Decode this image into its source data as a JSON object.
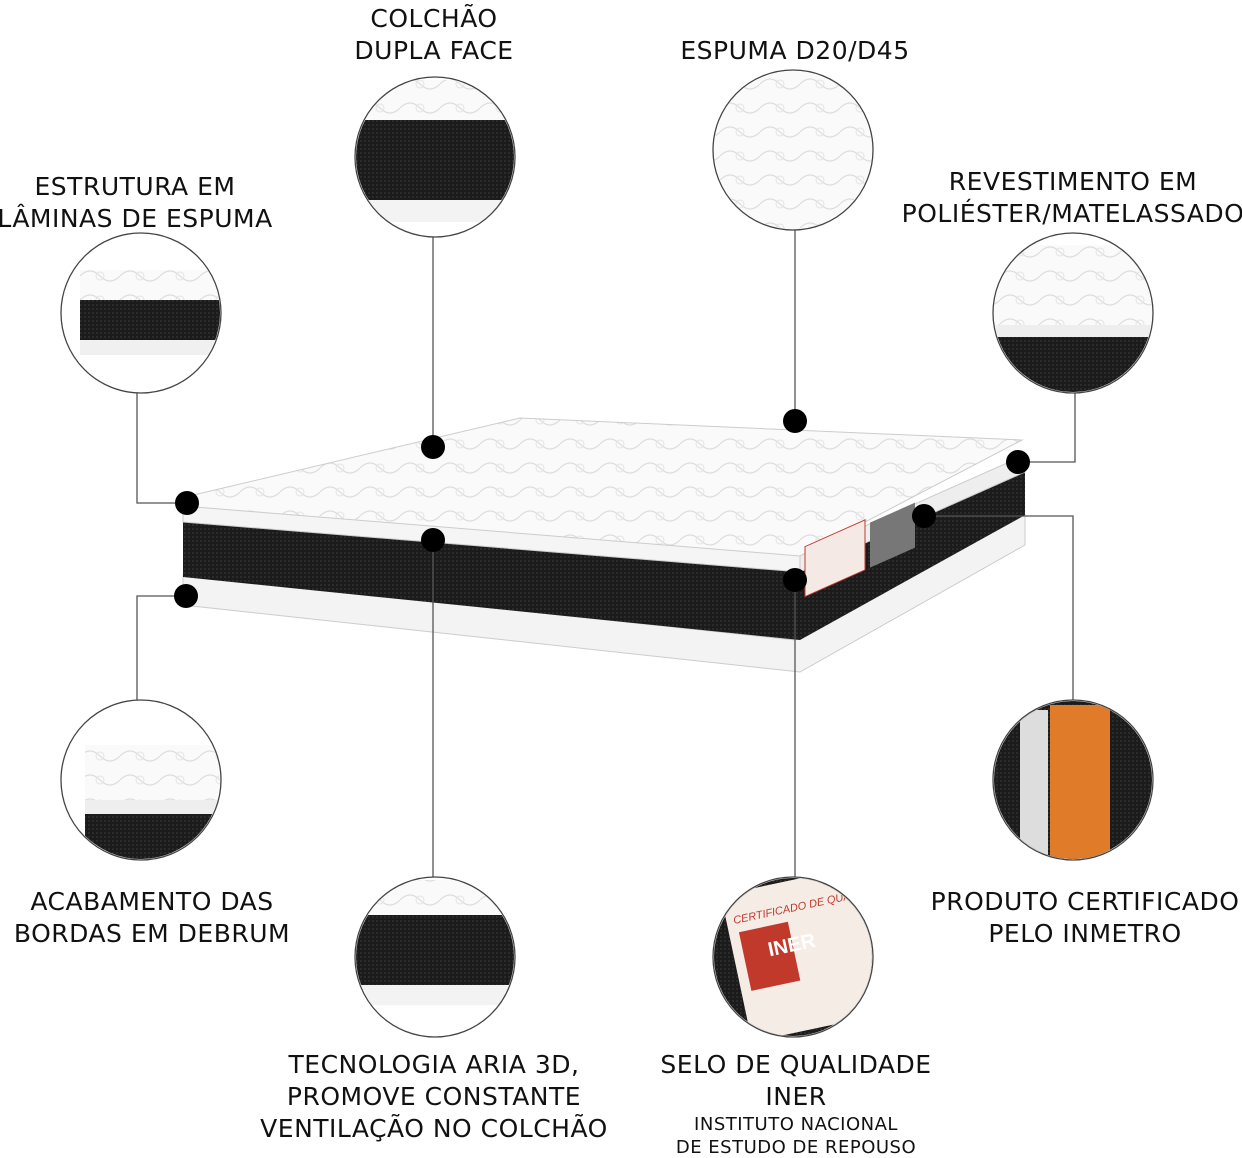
{
  "features": {
    "dupla_face": [
      "COLCHÃO",
      "DUPLA FACE"
    ],
    "espuma": [
      "ESPUMA D20/D45"
    ],
    "estrutura": [
      "ESTRUTURA EM",
      "LÂMINAS DE ESPUMA"
    ],
    "revestimento": [
      "REVESTIMENTO EM",
      "POLIÉSTER/MATELASSADO"
    ],
    "acabamento": [
      "ACABAMENTO DAS",
      "BORDAS EM DEBRUM"
    ],
    "certificado": [
      "PRODUTO CERTIFICADO",
      "PELO INMETRO"
    ],
    "tecnologia": [
      "TECNOLOGIA ARIA 3D,",
      "PROMOVE CONSTANTE",
      "VENTILAÇÃO NO COLCHÃO"
    ],
    "selo": [
      "SELO DE QUALIDADE",
      "INER"
    ],
    "selo_sub": [
      "INSTITUTO NACIONAL",
      "DE ESTUDO DE REPOUSO"
    ]
  },
  "badge_text": [
    "CERTIFICADO DE QUALIDADE",
    "INER"
  ],
  "colors": {
    "line": "#555555",
    "dot": "#000000",
    "fabric": "#1a1a1a",
    "badge": "#c0392b",
    "orange": "#e07b2a"
  }
}
